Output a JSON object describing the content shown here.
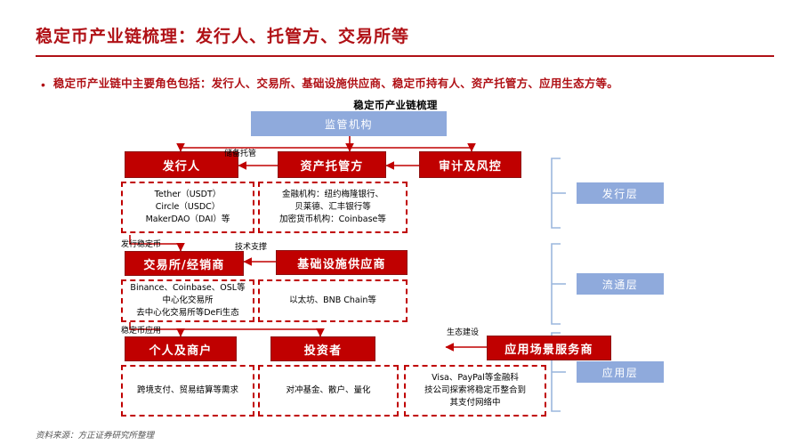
{
  "slide": {
    "title": "稳定币产业链梳理：发行人、托管方、交易所等",
    "bullet_marker": "•",
    "bullet": "稳定币产业链中主要角色包括：发行人、交易所、基础设施供应商、稳定币持有人、资产托管方、应用生态方等。",
    "source_note": "资料来源：方正证券研究所整理"
  },
  "diagram": {
    "title": "稳定币产业链梳理",
    "regulator": {
      "label": "监管机构"
    },
    "layers": [
      {
        "label": "发行层"
      },
      {
        "label": "流通层"
      },
      {
        "label": "应用层"
      }
    ],
    "nodes": [
      {
        "id": "issuer",
        "label": "发行人"
      },
      {
        "id": "custodian",
        "label": "资产托管方"
      },
      {
        "id": "audit",
        "label": "审计及风控"
      },
      {
        "id": "exchange",
        "label": "交易所/经销商"
      },
      {
        "id": "infra",
        "label": "基础设施供应商"
      },
      {
        "id": "individuals",
        "label": "个人及商户"
      },
      {
        "id": "investors",
        "label": "投资者"
      },
      {
        "id": "appservice",
        "label": "应用场景服务商"
      }
    ],
    "details": [
      {
        "id": "issuer-detail",
        "lines": [
          "Tether（USDT）",
          "Circle（USDC）",
          "MakerDAO（DAI）等"
        ]
      },
      {
        "id": "custodian-detail",
        "lines": [
          "金融机构：纽约梅隆银行、",
          "贝莱德、汇丰银行等",
          "加密货币机构：Coinbase等"
        ]
      },
      {
        "id": "exchange-detail",
        "lines": [
          "Binance、Coinbase、OSL等",
          "中心化交易所",
          "去中心化交易所等DeFi生态"
        ]
      },
      {
        "id": "infra-detail",
        "lines": [
          "以太坊、BNB Chain等"
        ]
      },
      {
        "id": "individuals-detail",
        "lines": [
          "跨境支付、贸易结算等需求"
        ]
      },
      {
        "id": "investors-detail",
        "lines": [
          "对冲基金、散户、量化"
        ]
      },
      {
        "id": "appservice-detail",
        "lines": [
          "Visa、PayPal等金融科",
          "技公司探索将稳定币整合到",
          "其支付网络中"
        ]
      }
    ],
    "edge_labels": [
      {
        "id": "reserve-custody",
        "label": "储备托管"
      },
      {
        "id": "issue-stablecoin",
        "label": "发行稳定币"
      },
      {
        "id": "tech-support",
        "label": "技术支撑"
      },
      {
        "id": "stablecoin-app",
        "label": "稳定币应用"
      },
      {
        "id": "ecosystem-build",
        "label": "生态建设"
      }
    ]
  },
  "colors": {
    "brand_red": "#B01116",
    "box_red": "#C00000",
    "box_blue": "#8FAADC",
    "bracket_blue": "#9CB7DE"
  }
}
